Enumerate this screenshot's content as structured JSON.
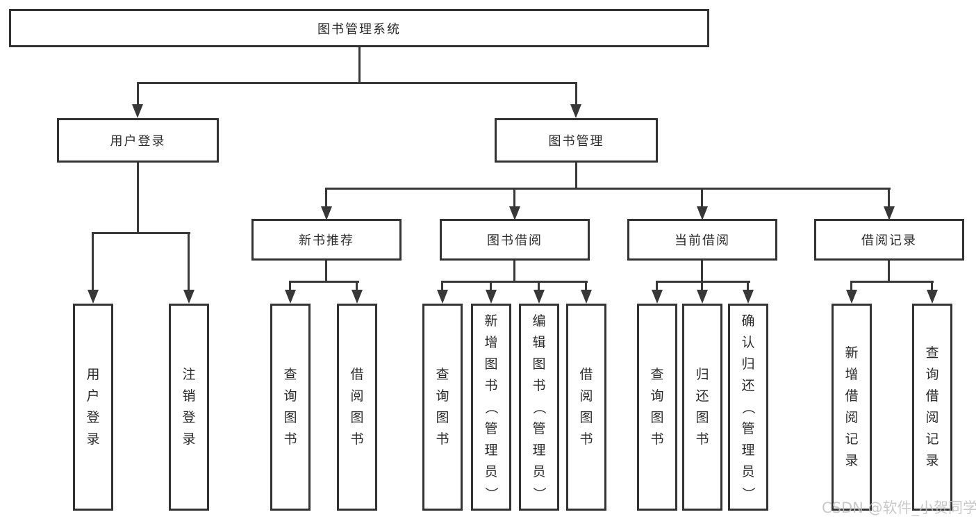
{
  "diagram": {
    "root": {
      "label": "图书管理系统"
    },
    "level2": [
      {
        "label": "用户登录"
      },
      {
        "label": "图书管理"
      }
    ],
    "level3": [
      {
        "label": "新书推荐"
      },
      {
        "label": "图书借阅"
      },
      {
        "label": "当前借阅"
      },
      {
        "label": "借阅记录"
      }
    ],
    "leaves": {
      "user_login": [
        "用户登录",
        "注销登录"
      ],
      "new_book_recommend": [
        "查询图书",
        "借阅图书"
      ],
      "book_borrow": [
        "查询图书",
        "新增图书（管理员）",
        "编辑图书（管理员）",
        "借阅图书"
      ],
      "current_borrow": [
        "查询图书",
        "归还图书",
        "确认归还（管理员）"
      ],
      "borrow_records": [
        "新增借阅记录",
        "查询借阅记录"
      ]
    }
  },
  "watermark": {
    "text": "CSDN @软件_小贺同学"
  },
  "colors": {
    "line": "#383838",
    "border": "#333333",
    "text": "#2b2b2b",
    "background": "#ffffff",
    "watermark": "#c0c0c0"
  }
}
